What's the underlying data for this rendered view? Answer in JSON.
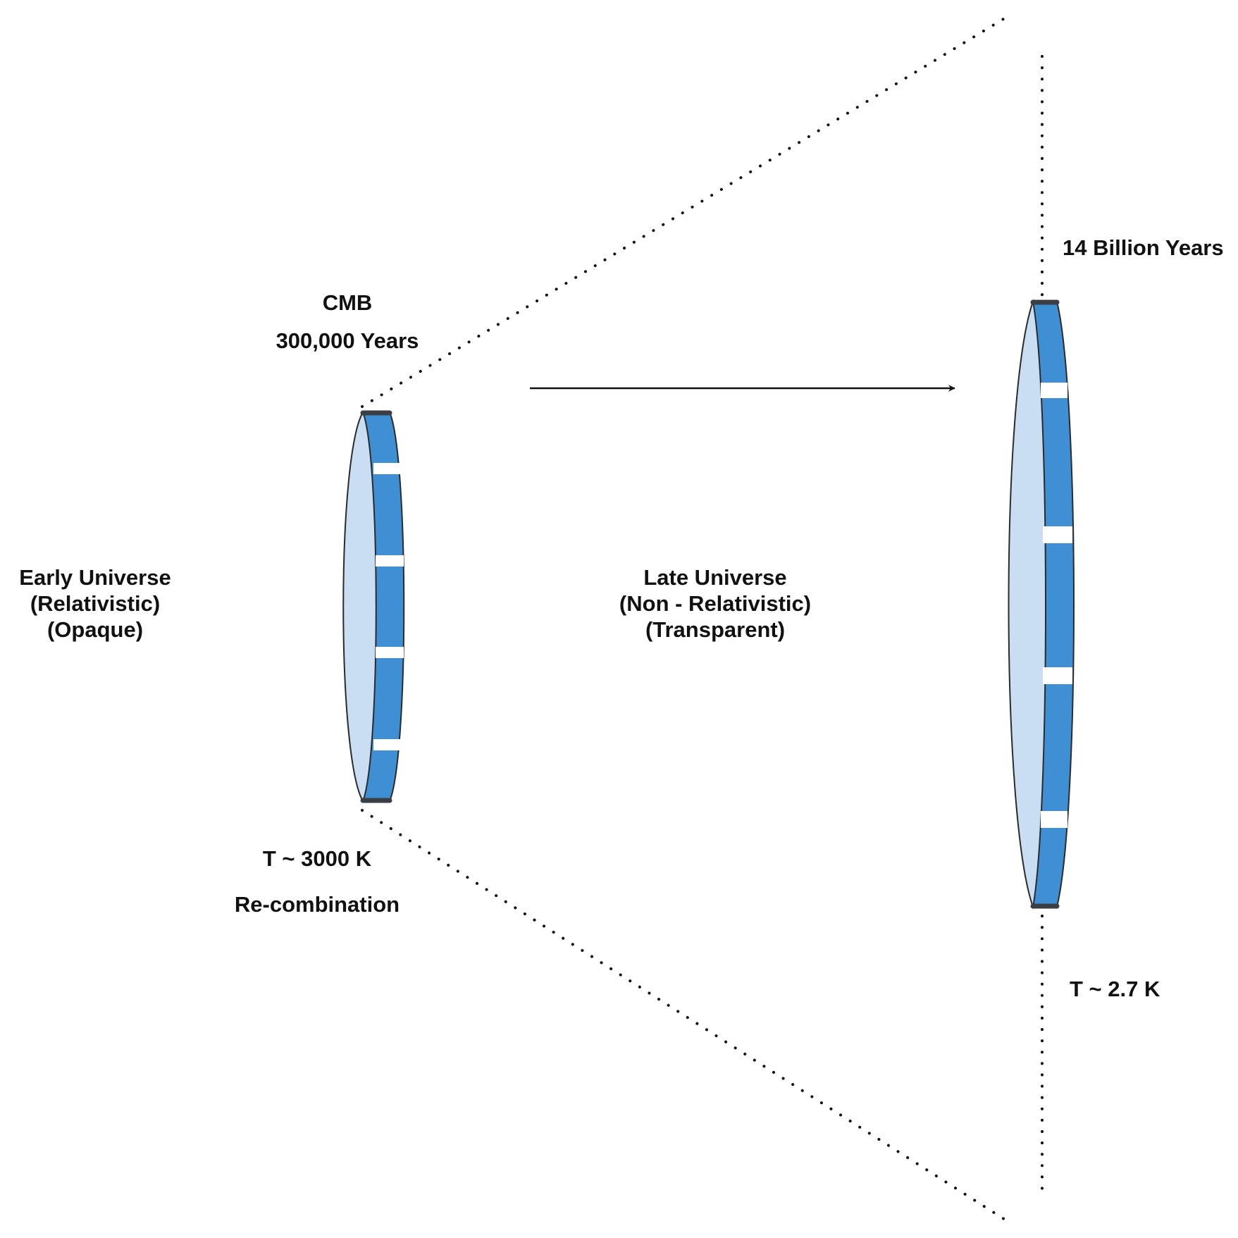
{
  "labels": {
    "cmb": "CMB",
    "cmb_age": "300,000 Years",
    "early_line1": "Early Universe",
    "early_line2": "(Relativistic)",
    "early_line3": "(Opaque)",
    "late_line1": "Late Universe",
    "late_line2": "(Non - Relativistic)",
    "late_line3": "(Transparent)",
    "early_temp": "T ~ 3000 K",
    "recombination": "Re-combination",
    "late_age": "14 Billion Years",
    "late_temp": "T ~ 2.7 K"
  },
  "colors": {
    "disk_face": "#c9def3",
    "disk_band": "#3f8fd4",
    "disk_outline": "#2b2b2b",
    "disk_cap": "#3a3f46",
    "text": "#111111",
    "dots": "#111111"
  }
}
